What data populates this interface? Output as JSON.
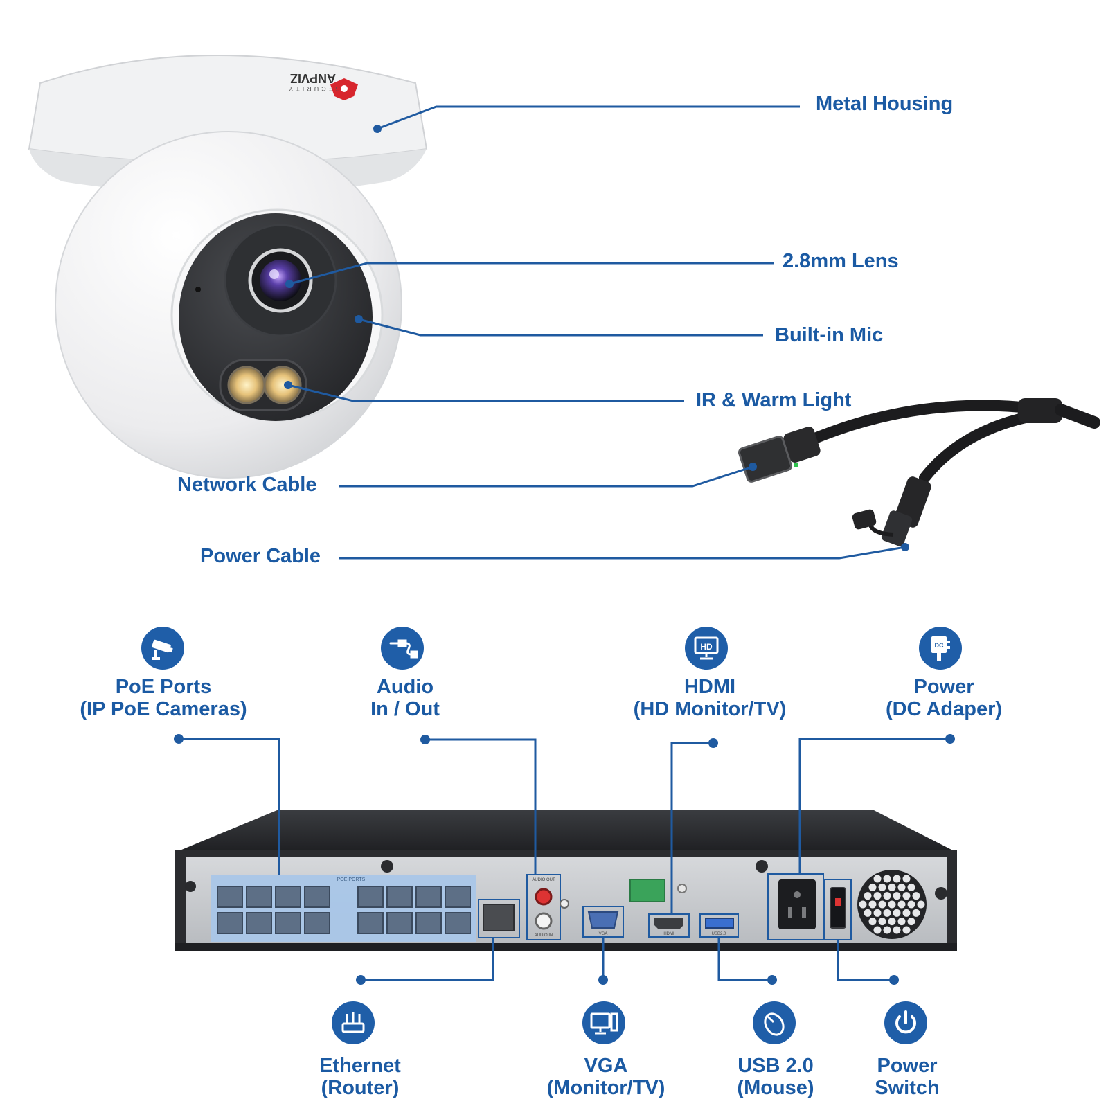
{
  "colors": {
    "accent": "#1b5aa3",
    "leader_line": "#1f5aa0",
    "icon_bg": "#1f5ea8",
    "port_panel": "#a9c6e8",
    "nvr_body": "#2d2f33",
    "camera_white": "#f2f3f4"
  },
  "brand": {
    "logo_text": "ANPVIZ",
    "logo_sub": "SECURITY"
  },
  "camera_labels": {
    "metal_housing": "Metal Housing",
    "lens": "2.8mm Lens",
    "mic": "Built-in Mic",
    "light": "IR & Warm Light",
    "network_cable": "Network Cable",
    "power_cable": "Power Cable"
  },
  "nvr_top": [
    {
      "line1": "PoE Ports",
      "line2": "(IP PoE Cameras)",
      "icon": "cctv-camera-icon"
    },
    {
      "line1": "Audio",
      "line2": "In / Out",
      "icon": "audio-cable-icon"
    },
    {
      "line1": "HDMI",
      "line2": "(HD Monitor/TV)",
      "icon": "hd-monitor-icon"
    },
    {
      "line1": "Power",
      "line2": "(DC Adaper)",
      "icon": "dc-adapter-icon"
    }
  ],
  "nvr_bottom": [
    {
      "line1": "Ethernet",
      "line2": "(Router)",
      "icon": "router-icon"
    },
    {
      "line1": "VGA",
      "line2": "(Monitor/TV)",
      "icon": "computer-monitor-icon"
    },
    {
      "line1": "USB 2.0",
      "line2": "(Mouse)",
      "icon": "mouse-icon"
    },
    {
      "line1": "Power",
      "line2": "Switch",
      "icon": "power-icon"
    }
  ],
  "nvr_panel_text": {
    "poe_ports": "POE PORTS",
    "audio_out": "AUDIO OUT",
    "audio_in": "AUDIO IN",
    "vga": "VGA",
    "hdmi": "HDMI",
    "usb": "USB2.0"
  }
}
